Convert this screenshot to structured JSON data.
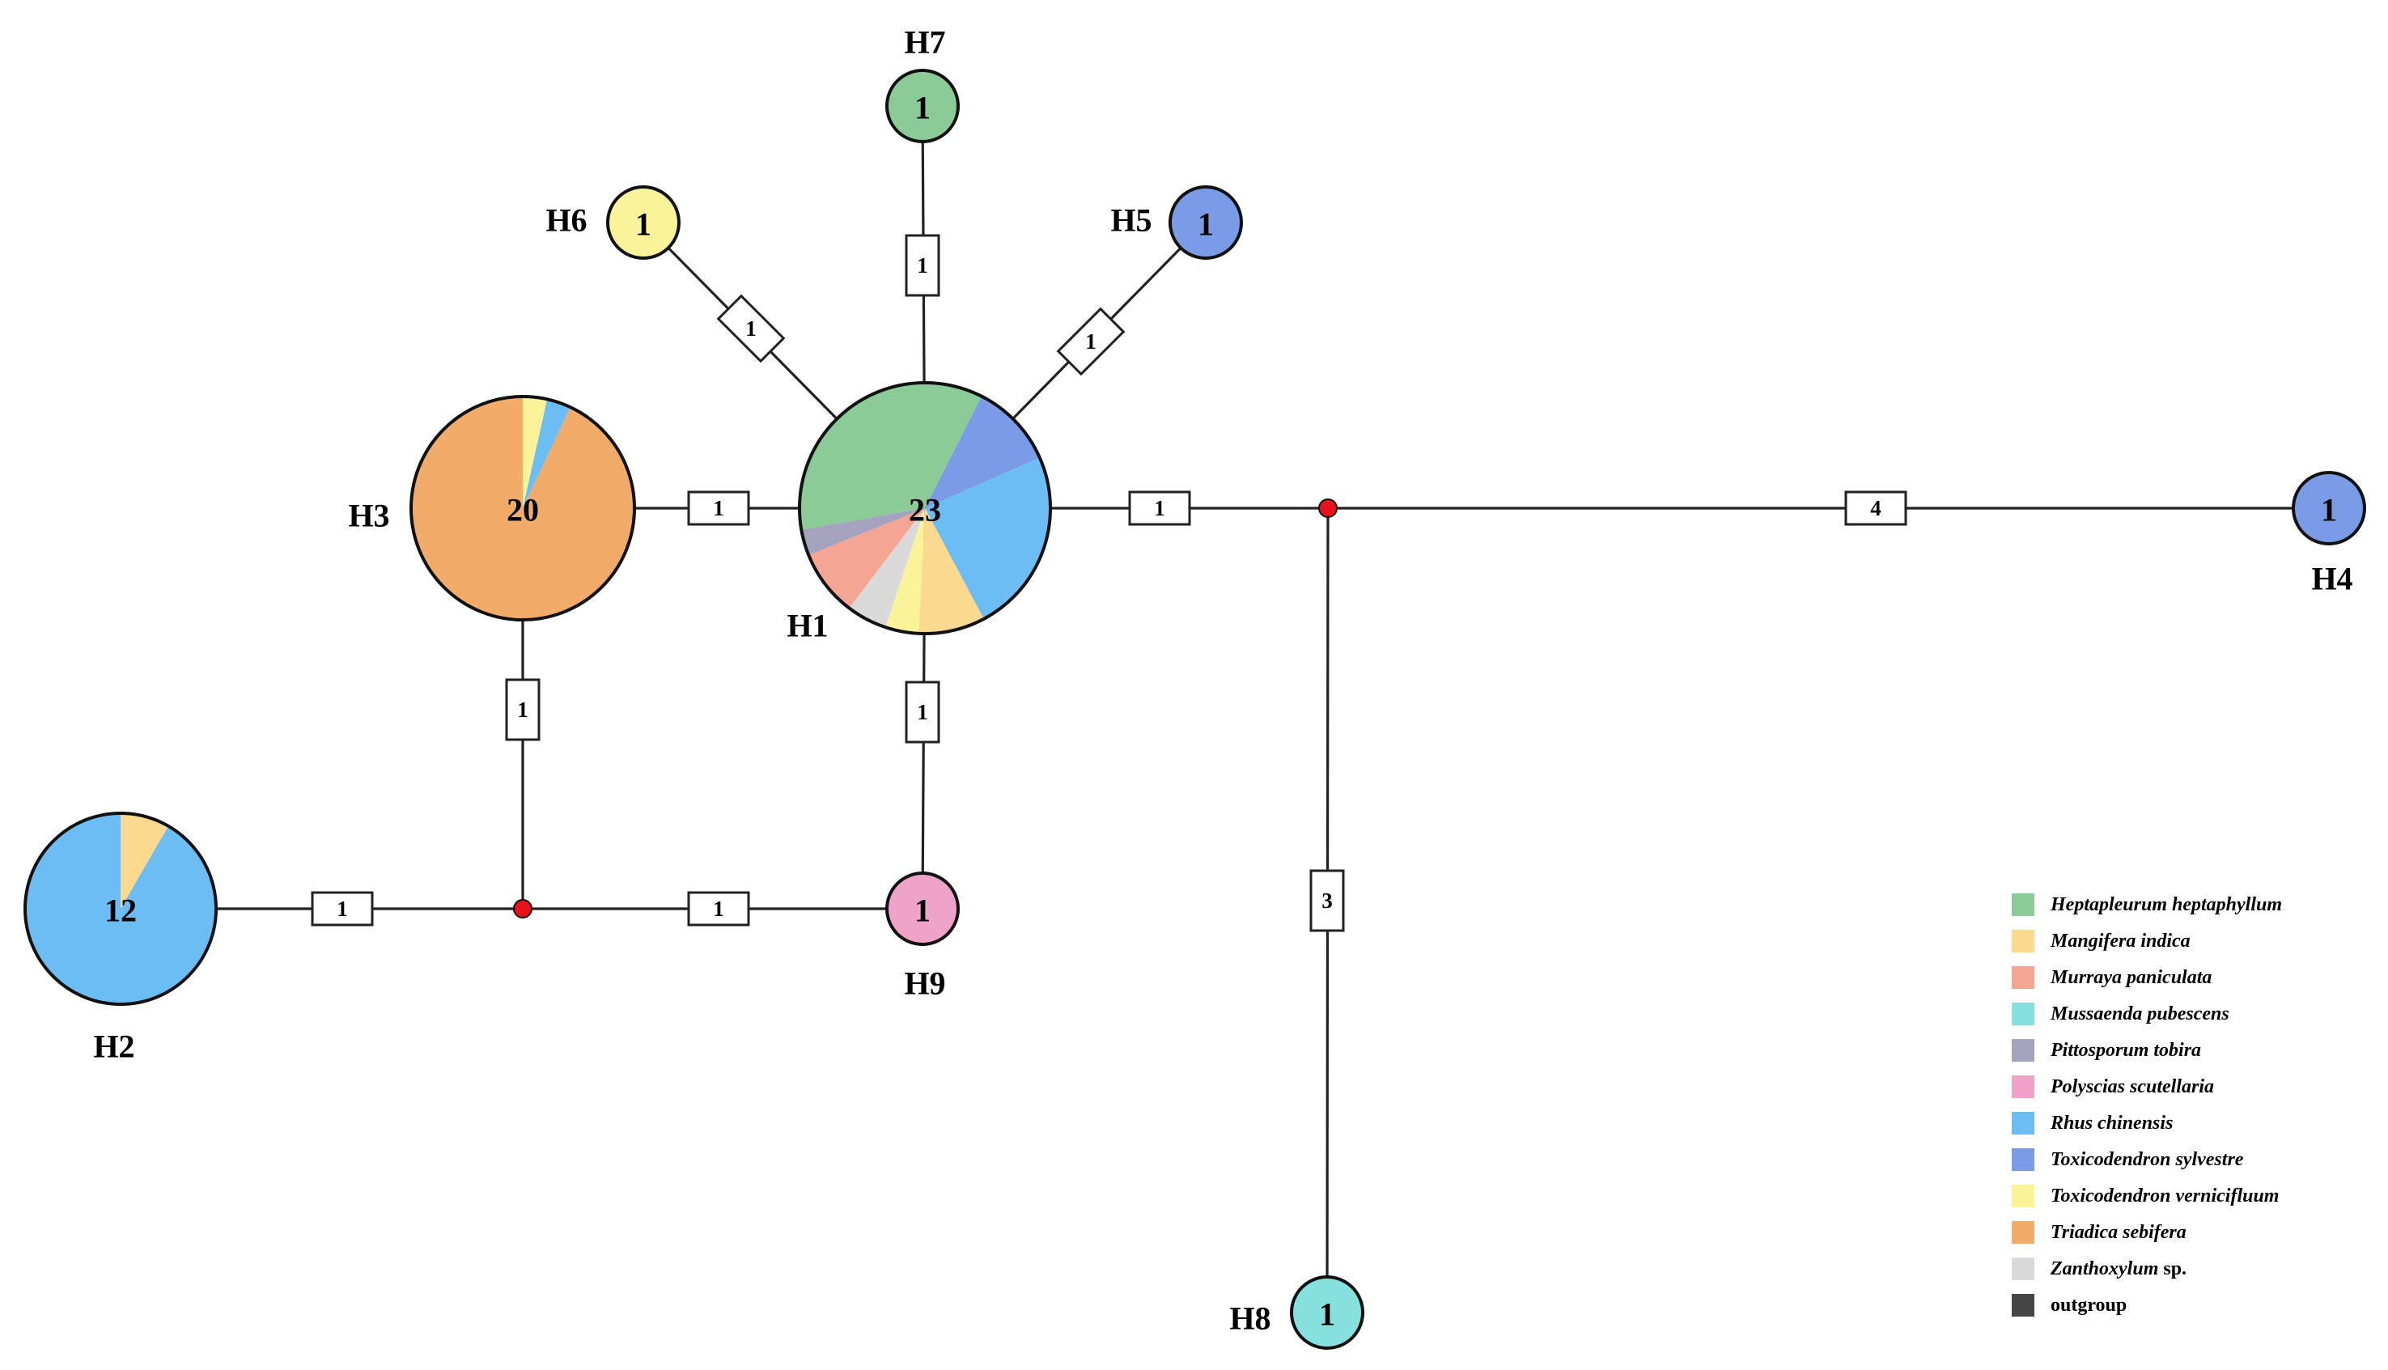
{
  "legend": [
    {
      "id": "hep",
      "label": "Heptapleurum heptaphyllum",
      "color": "#8BCB98",
      "italic": true
    },
    {
      "id": "man",
      "label": "Mangifera indica",
      "color": "#FBD98E",
      "italic": true
    },
    {
      "id": "mur",
      "label": "Murraya paniculata",
      "color": "#F5A593",
      "italic": true
    },
    {
      "id": "mus",
      "label": "Mussaenda pubescens",
      "color": "#86E1DE",
      "italic": true
    },
    {
      "id": "pit",
      "label": "Pittosporum tobira",
      "color": "#A3A3BD",
      "italic": true
    },
    {
      "id": "pol",
      "label": "Polyscias scutellaria",
      "color": "#EFA3C8",
      "italic": true
    },
    {
      "id": "rhu",
      "label": "Rhus chinensis",
      "color": "#6DBDF5",
      "italic": true
    },
    {
      "id": "tsy",
      "label": "Toxicodendron sylvestre",
      "color": "#7A9CE6",
      "italic": true
    },
    {
      "id": "tve",
      "label": "Toxicodendron vernicifluum",
      "color": "#FBF39A",
      "italic": true
    },
    {
      "id": "tri",
      "label": "Triadica sebifera",
      "color": "#F2AC6A",
      "italic": true
    },
    {
      "id": "zan",
      "label": "Zanthoxylum",
      "suffix": " sp.",
      "color": "#DADADA",
      "italic": true
    },
    {
      "id": "out",
      "label": "outgroup",
      "color": "#454545",
      "italic": false
    }
  ],
  "haplotypes": [
    {
      "id": "H1",
      "label": "H1",
      "count": "23",
      "composition": [
        {
          "species": "hep",
          "n": 7.4
        },
        {
          "species": "tsy",
          "n": 2.3
        },
        {
          "species": "rhu",
          "n": 5.0
        },
        {
          "species": "man",
          "n": 1.8
        },
        {
          "species": "tve",
          "n": 0.9
        },
        {
          "species": "zan",
          "n": 1.1
        },
        {
          "species": "mur",
          "n": 1.8
        },
        {
          "species": "pit",
          "n": 0.7
        }
      ]
    },
    {
      "id": "H2",
      "label": "H2",
      "count": "12",
      "composition": [
        {
          "species": "rhu",
          "n": 11.0
        },
        {
          "species": "man",
          "n": 1.0
        }
      ]
    },
    {
      "id": "H3",
      "label": "H3",
      "count": "20",
      "composition": [
        {
          "species": "tri",
          "n": 18.6
        },
        {
          "species": "rhu",
          "n": 0.7
        },
        {
          "species": "tve",
          "n": 0.7
        }
      ]
    },
    {
      "id": "H4",
      "label": "H4",
      "count": "1",
      "composition": [
        {
          "species": "tsy",
          "n": 1
        }
      ]
    },
    {
      "id": "H5",
      "label": "H5",
      "count": "1",
      "composition": [
        {
          "species": "tsy",
          "n": 1
        }
      ]
    },
    {
      "id": "H6",
      "label": "H6",
      "count": "1",
      "composition": [
        {
          "species": "tve",
          "n": 1
        }
      ]
    },
    {
      "id": "H7",
      "label": "H7",
      "count": "1",
      "composition": [
        {
          "species": "hep",
          "n": 1
        }
      ]
    },
    {
      "id": "H8",
      "label": "H8",
      "count": "1",
      "composition": [
        {
          "species": "mus",
          "n": 1
        }
      ]
    },
    {
      "id": "H9",
      "label": "H9",
      "count": "1",
      "composition": [
        {
          "species": "pol",
          "n": 1
        }
      ]
    }
  ],
  "median_vectors": [
    "mv1",
    "mv2"
  ],
  "edges": [
    {
      "from": "H1",
      "to": "H7",
      "steps": "1"
    },
    {
      "from": "H1",
      "to": "H6",
      "steps": "1"
    },
    {
      "from": "H1",
      "to": "H5",
      "steps": "1"
    },
    {
      "from": "H1",
      "to": "H3",
      "steps": "1"
    },
    {
      "from": "H1",
      "to": "H9",
      "steps": "1"
    },
    {
      "from": "H1",
      "to": "mv2",
      "steps": "1"
    },
    {
      "from": "mv2",
      "to": "H4",
      "steps": "4"
    },
    {
      "from": "mv2",
      "to": "H8",
      "steps": "3"
    },
    {
      "from": "H3",
      "to": "mv1",
      "steps": "1"
    },
    {
      "from": "mv1",
      "to": "H2",
      "steps": "1"
    },
    {
      "from": "mv1",
      "to": "H9",
      "steps": "1"
    }
  ]
}
